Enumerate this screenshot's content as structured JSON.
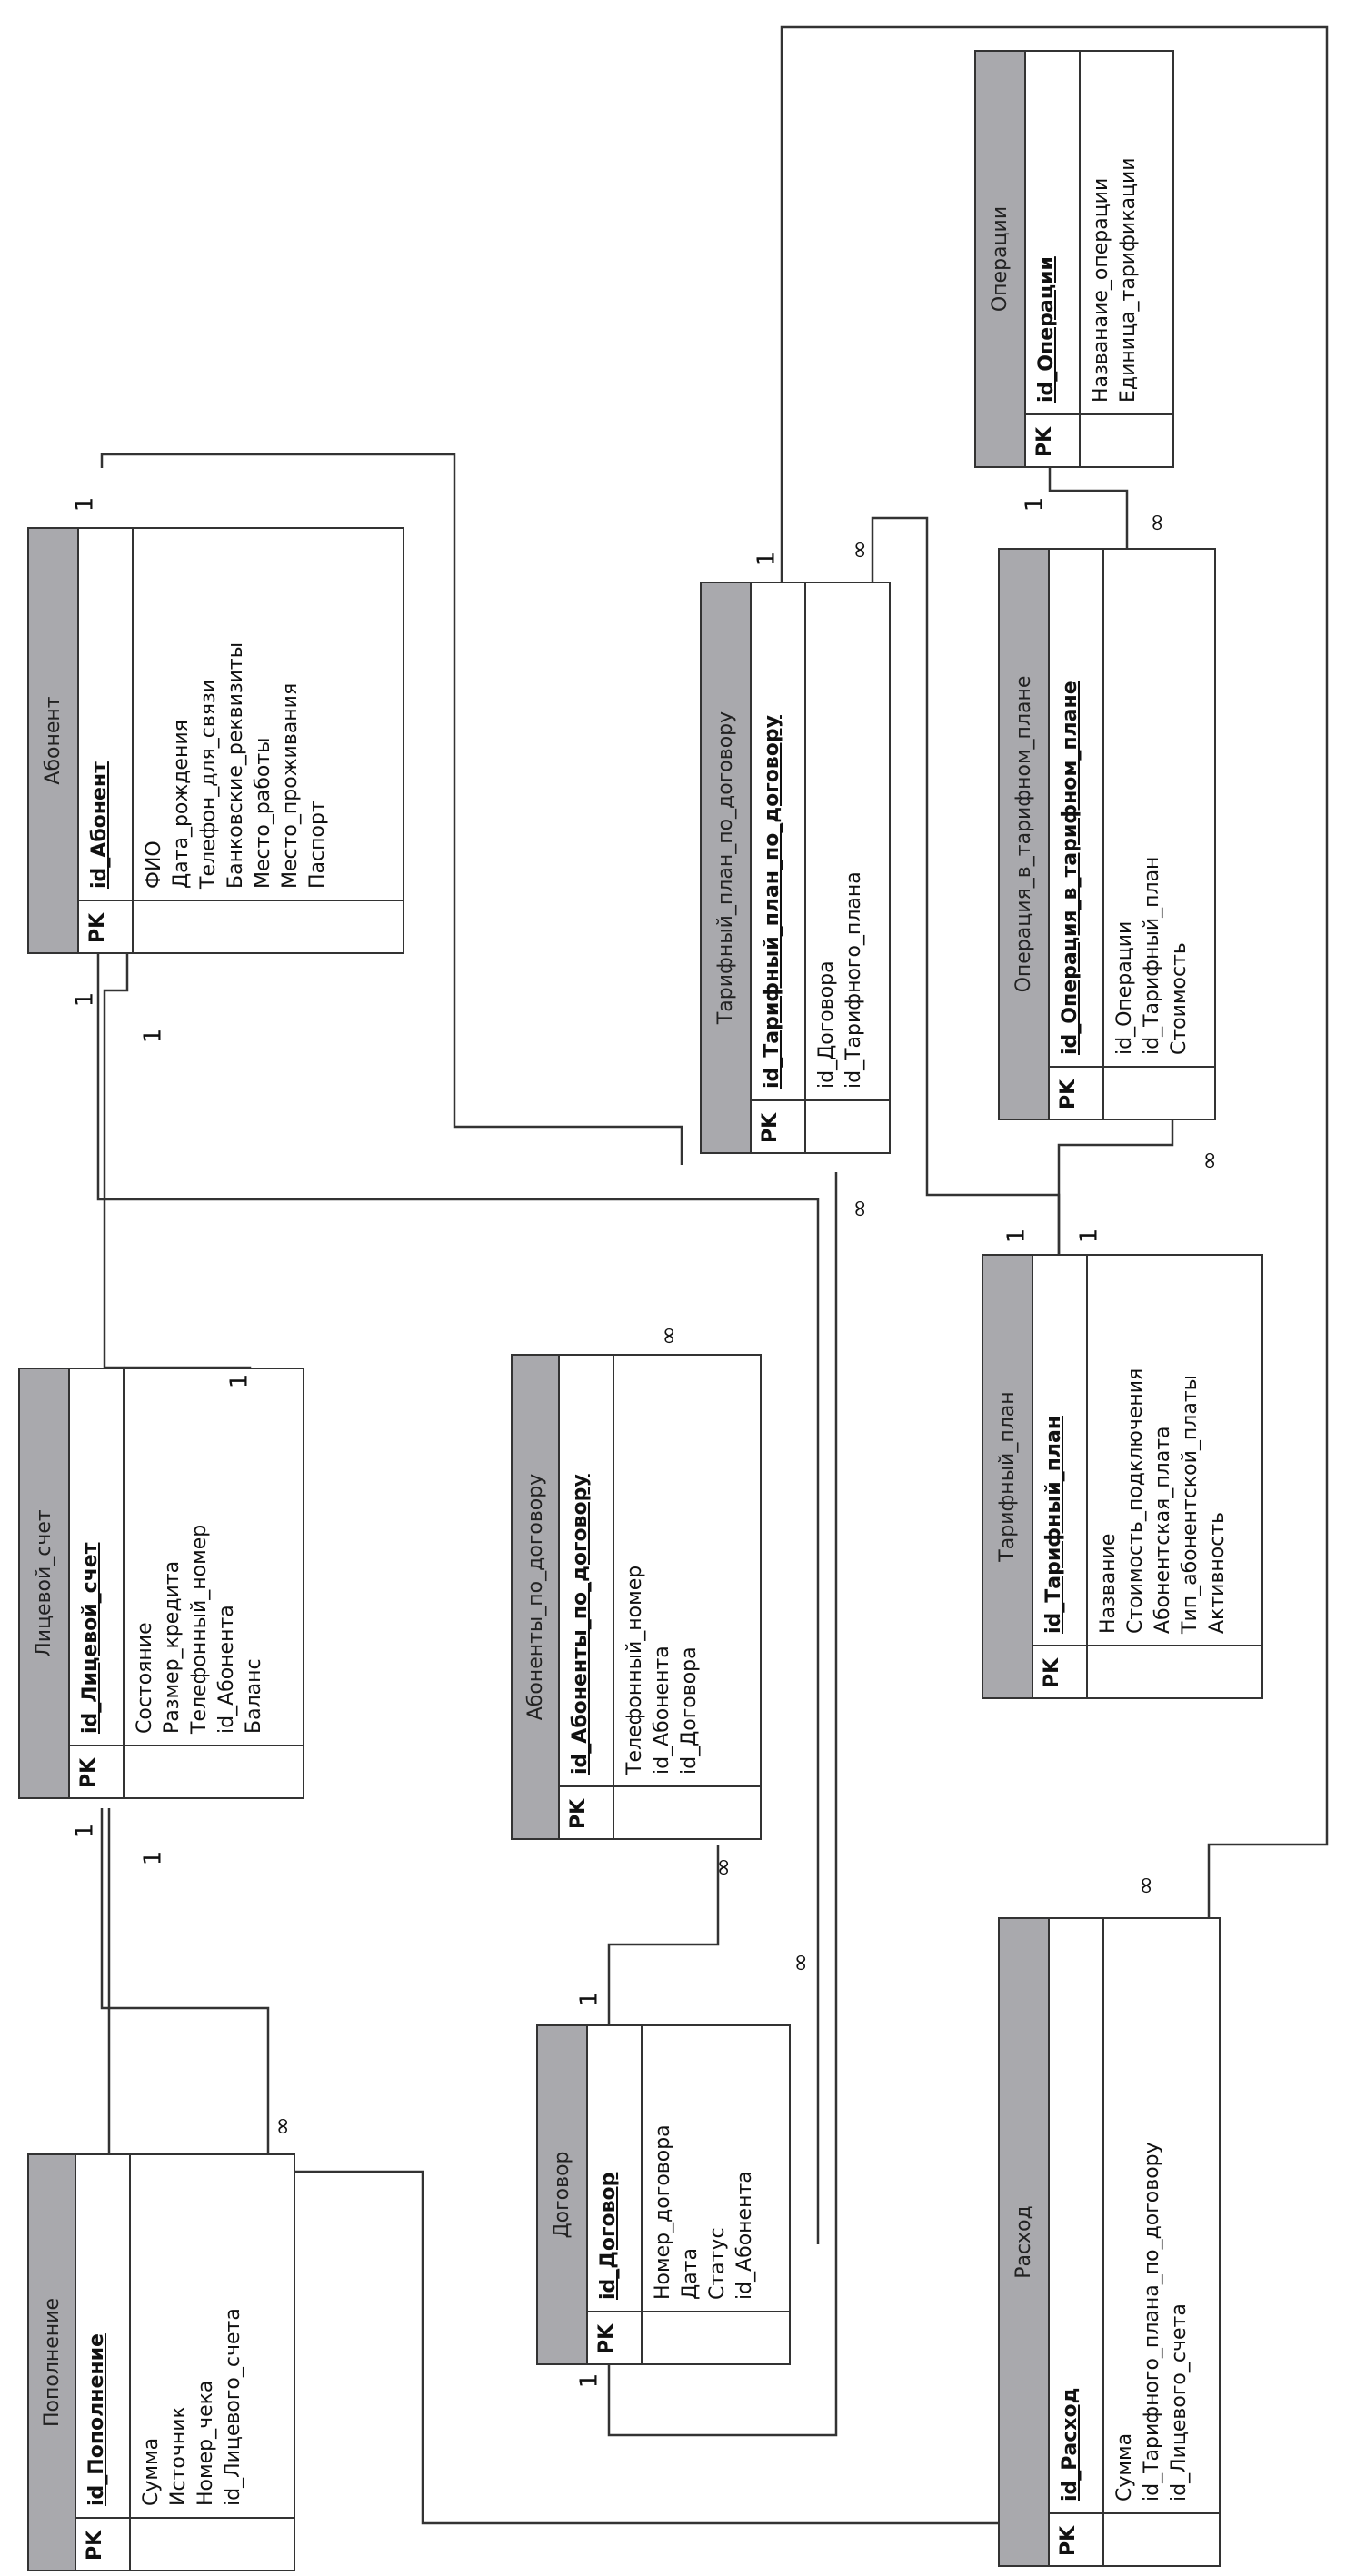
{
  "entities": {
    "abonent": {
      "title": "Абонент",
      "pk_label": "PK",
      "pk": "id_Абонент",
      "attributes": [
        "ФИО",
        "Дата_рождения",
        "Телефон_для_связи",
        "Банковские_реквизиты",
        "Место_работы",
        "Место_проживания",
        "Паспорт"
      ]
    },
    "licevoy": {
      "title": "Лицевой_счет",
      "pk_label": "PK",
      "pk": "id_Лицевой_счет",
      "attributes": [
        "Состояние",
        "Размер_кредита",
        "Телефонный_номер",
        "id_Абонента",
        "Баланс"
      ]
    },
    "popolnenie": {
      "title": "Пополнение",
      "pk_label": "PK",
      "pk": "id_Пополнение",
      "attributes": [
        "Сумма",
        "Источник",
        "Номер_чека",
        "id_Лицевого_счета"
      ]
    },
    "abonenty_po_dogovoru": {
      "title": "Абоненты_по_договору",
      "pk_label": "PK",
      "pk": "id_Абоненты_по_договору",
      "attributes": [
        "Телефонный_номер",
        "id_Абонента",
        "id_Договора"
      ]
    },
    "dogovor": {
      "title": "Договор",
      "pk_label": "PK",
      "pk": "id_Договор",
      "attributes": [
        "Номер_договора",
        "Дата",
        "Статус",
        "id_Абонента"
      ]
    },
    "tarif_po_dogovoru": {
      "title": "Тарифный_план_по_договору",
      "pk_label": "PK",
      "pk": "id_Тарифный_план_по_договору",
      "attributes": [
        "id_Договора",
        "id_Тарифного_плана"
      ]
    },
    "tarif": {
      "title": "Тарифный_план",
      "pk_label": "PK",
      "pk": "id_Тарифный_план",
      "attributes": [
        "Название",
        "Стоимость_подключения",
        "Абонентская_плата",
        "Тип_абонентской_платы",
        "Активность"
      ]
    },
    "operacii": {
      "title": "Операции",
      "pk_label": "PK",
      "pk": "id_Операции",
      "attributes": [
        "Названаие_операции",
        "Единица_тарификации"
      ]
    },
    "operaciya_v_tarife": {
      "title": "Операция_в_тарифном_плане",
      "pk_label": "PK",
      "pk": "id_Операция_в_тарифном_плане",
      "attributes": [
        "id_Операции",
        "id_Тарифный_план",
        "Стоимость"
      ]
    },
    "rashod": {
      "title": "Расход",
      "pk_label": "PK",
      "pk": "id_Расход",
      "attributes": [
        "Сумма",
        "id_Тарифного_плана_по_договору",
        "id_Лицевого_счета"
      ]
    }
  },
  "cardinality": {
    "one": "1",
    "many": "∞"
  },
  "colors": {
    "header": "#a9a9ad",
    "line": "#333333"
  }
}
